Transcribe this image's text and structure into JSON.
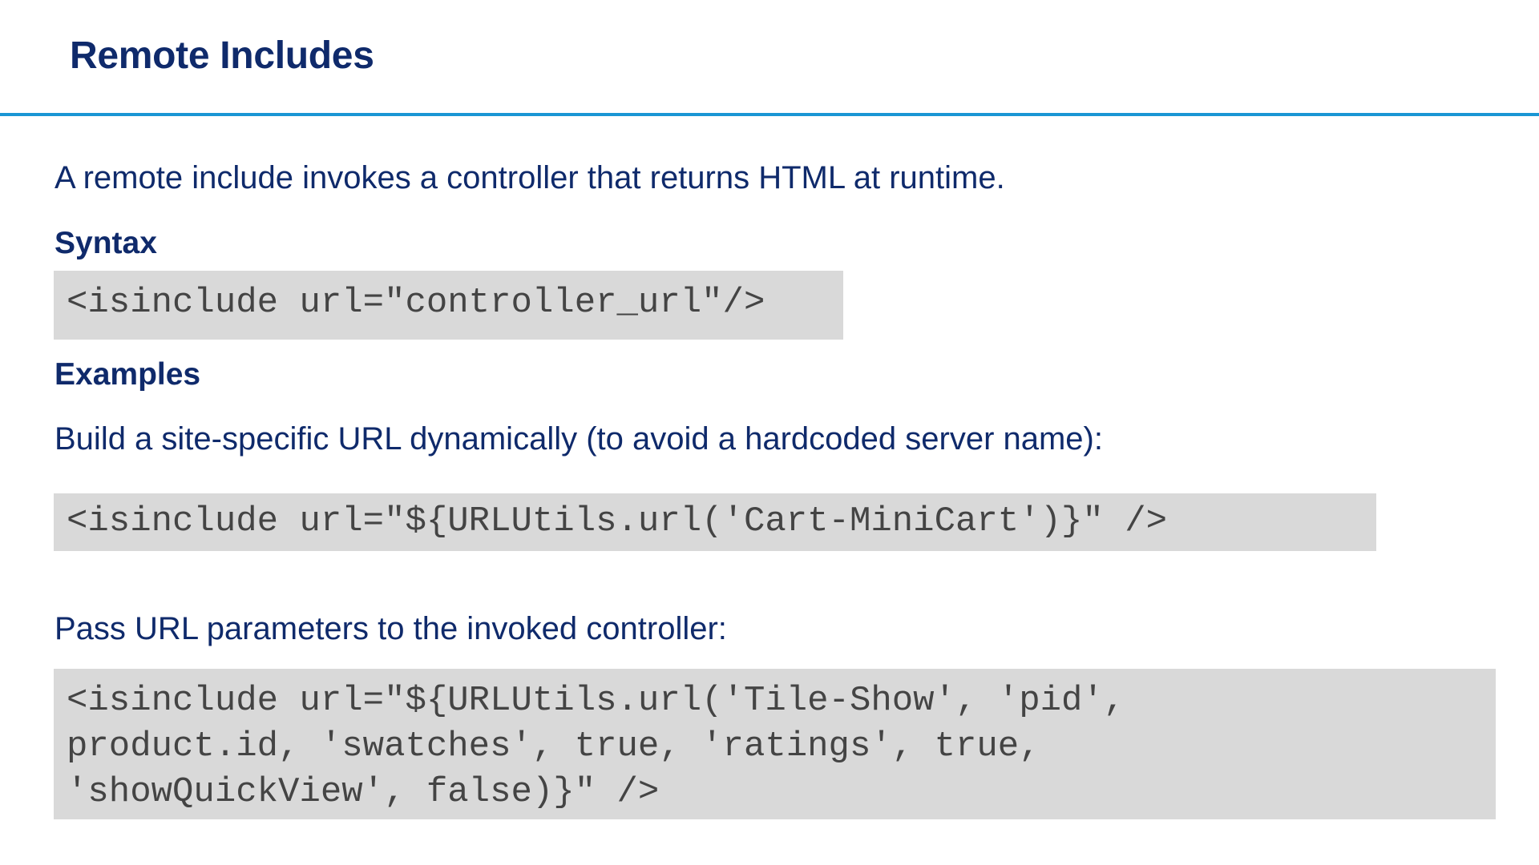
{
  "page": {
    "title": "Remote Includes",
    "intro": "A remote include invokes a controller that returns HTML at runtime.",
    "syntax_heading": "Syntax",
    "syntax_code": "<isinclude url=\"controller_url\"/>",
    "examples_heading": "Examples",
    "example1": {
      "description": "Build a site-specific URL dynamically (to avoid a hardcoded server name):",
      "code": "<isinclude url=\"${URLUtils.url('Cart-MiniCart')}\" />"
    },
    "example2": {
      "description": "Pass URL parameters to the invoked controller:",
      "code_lines": [
        "<isinclude url=\"${URLUtils.url('Tile-Show', 'pid',",
        "product.id, 'swatches', true, 'ratings', true,",
        "'showQuickView', false)}\" />"
      ]
    }
  },
  "colors": {
    "heading_text": "#0f2a6b",
    "rule": "#1a96d4",
    "code_background": "#d9d9d9",
    "code_text": "#444444"
  }
}
